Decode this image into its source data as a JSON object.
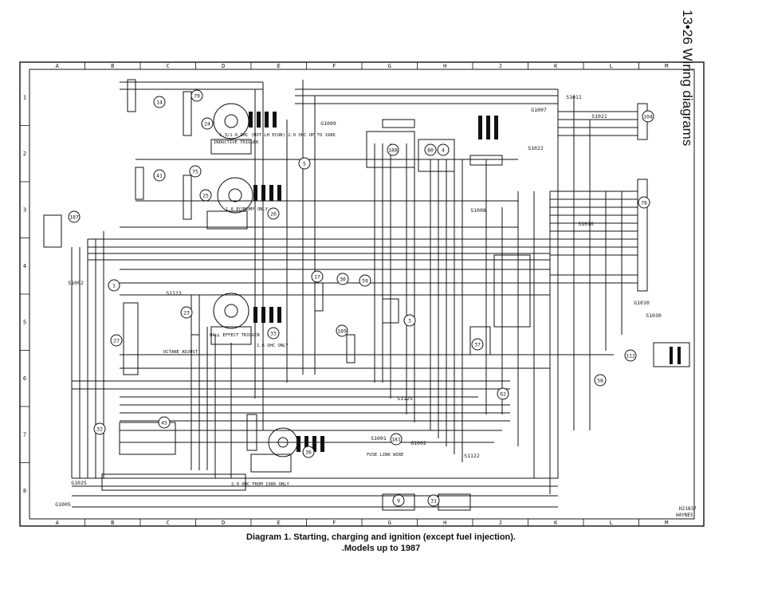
{
  "page": {
    "section_title": "13•26 Wiring diagrams",
    "caption_line1": "Diagram 1. Starting, charging and ignition (except fuel injection).",
    "caption_line2": ".Models up to 1987",
    "drawing_ref": "H21837",
    "publisher_mark": "HAYNES"
  },
  "grid": {
    "columns": [
      "A",
      "B",
      "C",
      "D",
      "E",
      "F",
      "G",
      "H",
      "J",
      "K",
      "L",
      "M"
    ],
    "rows": [
      "1",
      "2",
      "3",
      "4",
      "5",
      "6",
      "7",
      "8"
    ]
  },
  "components": [
    "14",
    "79",
    "24",
    "41",
    "75",
    "25",
    "26",
    "187",
    "1",
    "23",
    "27",
    "45",
    "17",
    "30",
    "59",
    "3",
    "189",
    "188",
    "80",
    "4",
    "5",
    "36",
    "37",
    "112",
    "58",
    "62",
    "104",
    "181",
    "9",
    "31",
    "32",
    "33",
    "78"
  ],
  "earths": [
    "G1009",
    "G1007",
    "G1010",
    "G1002",
    "G1025",
    "G1005"
  ],
  "splices": [
    "S1011",
    "S1021",
    "S1022",
    "S1008",
    "S1016",
    "S1002",
    "S1123",
    "S1125",
    "S1001",
    "S1122",
    "S1030"
  ],
  "notes": [
    "1.3/1.6 OHC (NOT LH ECON) 2.0 OHC UP TO 1986",
    "1.6 ECONOMY ONLY",
    "1.6 OHC ONLY",
    "2.0 OHC FROM 1986 ONLY",
    "OCTANE ADJUST",
    "FUSE LINK WIRE",
    "INDUCTIVE TRIGGER",
    "HALL EFFECT TRIGGER"
  ]
}
